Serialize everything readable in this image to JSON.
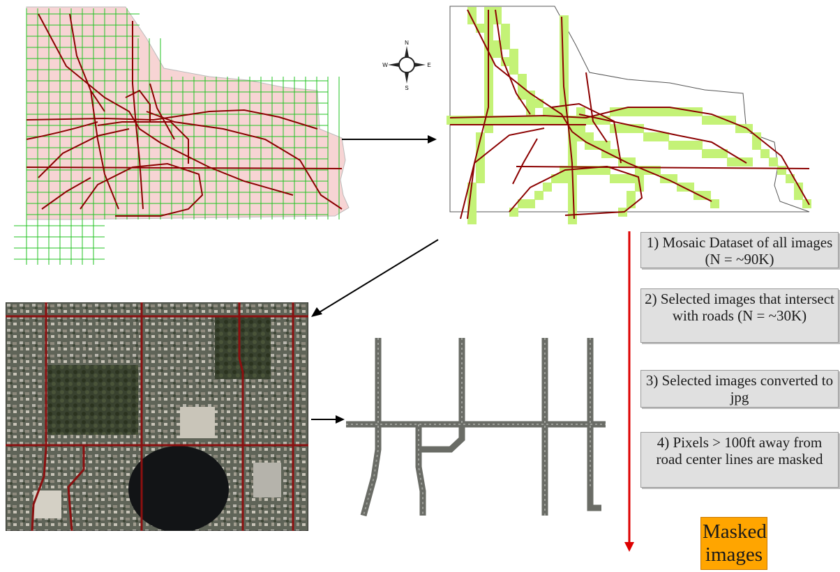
{
  "compass": {
    "north": "N",
    "south": "S",
    "east": "E",
    "west": "W"
  },
  "steps": [
    {
      "number": "1)",
      "text": "Mosaic Dataset of all images (N = ~90K)"
    },
    {
      "number": "2)",
      "text": "Selected images that intersect with roads (N = ~30K)"
    },
    {
      "number": "3)",
      "text": "Selected images converted to jpg"
    },
    {
      "number": "4)",
      "text": "Pixels > 100ft away from road center lines are masked"
    }
  ],
  "result": {
    "label": "Masked images"
  },
  "colors": {
    "county_fill": "#f7d4d4",
    "grid_green": "#22c322",
    "road_red": "#8b0000",
    "selected_tile": "#c4f277",
    "flow_arrow": "#dd0000",
    "step_box": "#e0e0e0",
    "result_box": "#ffa500"
  }
}
